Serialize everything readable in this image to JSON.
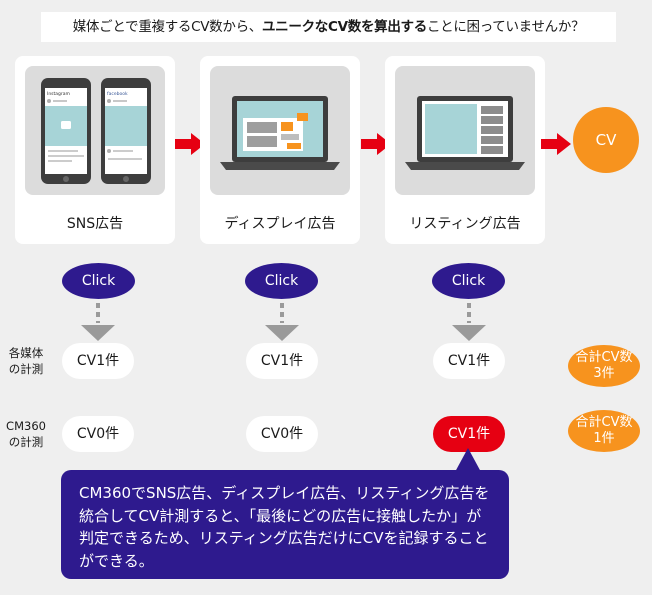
{
  "title": {
    "pre": "媒体ごとで重複するCV数から、",
    "bold": "ユニークなCV数を算出する",
    "post": "ことに困っていませんか？"
  },
  "columns": [
    {
      "label": "SNS広告",
      "click": "Click",
      "media_cv": "CV1件",
      "cm360_cv": "CV0件"
    },
    {
      "label": "ディスプレイ広告",
      "click": "Click",
      "media_cv": "CV1件",
      "cm360_cv": "CV0件"
    },
    {
      "label": "リスティング広告",
      "click": "Click",
      "media_cv": "CV1件",
      "cm360_cv": "CV1件"
    }
  ],
  "phone_labels": [
    "Instagram",
    "facebook"
  ],
  "goal": "CV",
  "rows": {
    "media_label_1": "各媒体",
    "media_label_2": "の計測",
    "cm360_label_1": "CM360",
    "cm360_label_2": "の計測"
  },
  "totals": {
    "media_1": "合計CV数",
    "media_2": "3件",
    "cm360_1": "合計CV数",
    "cm360_2": "1件"
  },
  "callout": "CM360でSNS広告、ディスプレイ広告、リスティング広告を統合してCV計測すると、「最後にどの広告に接触したか」が判定できるため、リスティング広告だけにCVを記録することができる。",
  "colors": {
    "click_blue": "#2e1a8e",
    "arrow_red": "#e60012",
    "orange": "#f7931e",
    "gray": "#9a9a9a"
  }
}
